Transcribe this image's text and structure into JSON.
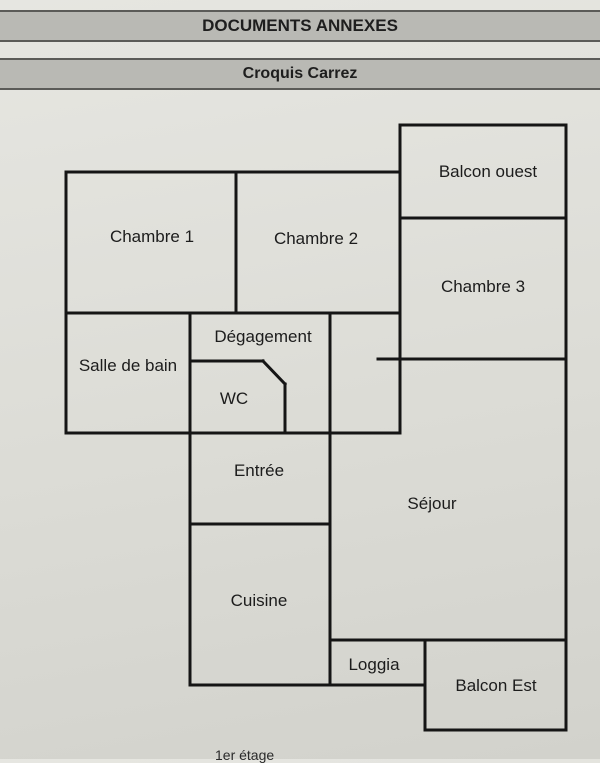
{
  "header": {
    "section_title": "DOCUMENTS ANNEXES",
    "subtitle": "Croquis Carrez"
  },
  "rooms": {
    "chambre1": "Chambre 1",
    "chambre2": "Chambre 2",
    "balcon_ouest": "Balcon ouest",
    "chambre3": "Chambre 3",
    "salle_de_bain": "Salle de bain",
    "degagement": "Dégagement",
    "wc": "WC",
    "entree": "Entrée",
    "sejour": "Séjour",
    "cuisine": "Cuisine",
    "loggia": "Loggia",
    "balcon_est": "Balcon Est"
  },
  "footer": {
    "floor_label": "1er étage"
  }
}
